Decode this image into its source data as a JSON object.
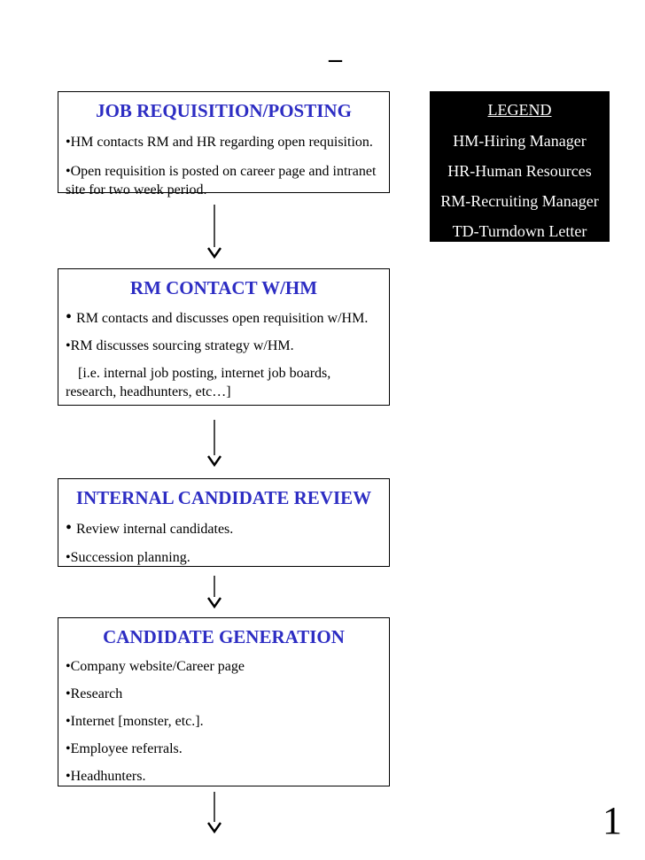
{
  "page": {
    "title_dash": "–",
    "page_number": "1"
  },
  "colors": {
    "title_blue": "#2d2dc3",
    "legend_bg": "#000000",
    "legend_text": "#ffffff"
  },
  "flow": {
    "boxes": [
      {
        "title": "JOB REQUISITION/POSTING",
        "bullets": [
          "HM contacts RM and HR regarding open requisition.",
          "Open requisition is posted on career page and intranet site for two week period."
        ]
      },
      {
        "title": "RM CONTACT W/HM",
        "bullets": [
          "RM contacts and discusses open requisition w/HM.",
          "RM discusses sourcing strategy w/HM.",
          "[i.e. internal job posting, internet job boards, research, headhunters, etc…]"
        ]
      },
      {
        "title": "INTERNAL CANDIDATE REVIEW",
        "bullets": [
          "Review internal candidates.",
          "Succession planning."
        ]
      },
      {
        "title": "CANDIDATE GENERATION",
        "bullets": [
          "Company website/Career page",
          "Research",
          "Internet [monster, etc.].",
          "Employee referrals.",
          "Headhunters."
        ]
      }
    ]
  },
  "legend": {
    "title": "LEGEND",
    "entries": [
      "HM-Hiring Manager",
      "HR-Human Resources",
      "RM-Recruiting Manager",
      "TD-Turndown Letter"
    ]
  }
}
